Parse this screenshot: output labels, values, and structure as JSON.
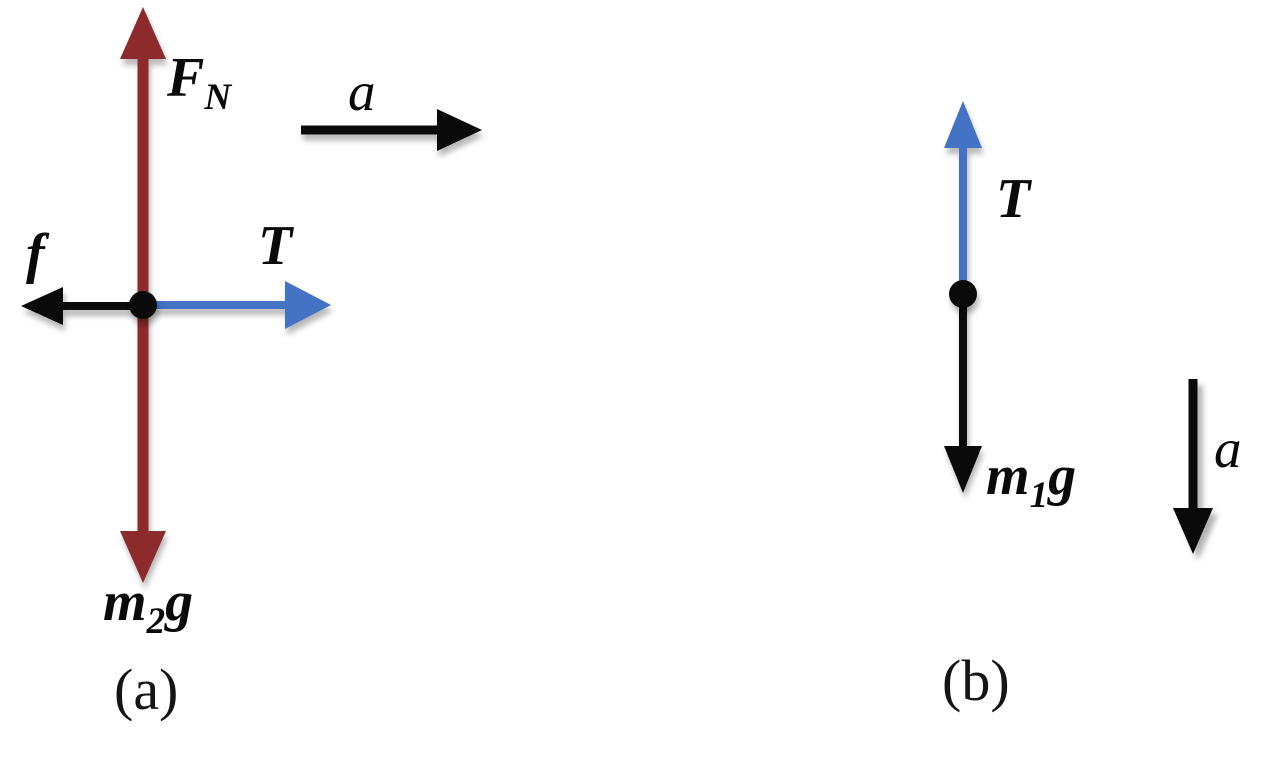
{
  "colors": {
    "dark_red": "#8C2A2C",
    "blue": "#4472C4",
    "black": "#0A0A0A"
  },
  "diagram_a": {
    "caption": "(a)",
    "acceleration": {
      "label": "a"
    },
    "normal_force": {
      "symbol": "F",
      "subscript": "N"
    },
    "friction": {
      "symbol": "f"
    },
    "tension": {
      "symbol": "T"
    },
    "weight": {
      "symbol": "m",
      "subscript": "2",
      "suffix": "g"
    }
  },
  "diagram_b": {
    "caption": "(b)",
    "acceleration": {
      "label": "a"
    },
    "tension": {
      "symbol": "T"
    },
    "weight": {
      "symbol": "m",
      "subscript": "1",
      "suffix": "g"
    }
  }
}
